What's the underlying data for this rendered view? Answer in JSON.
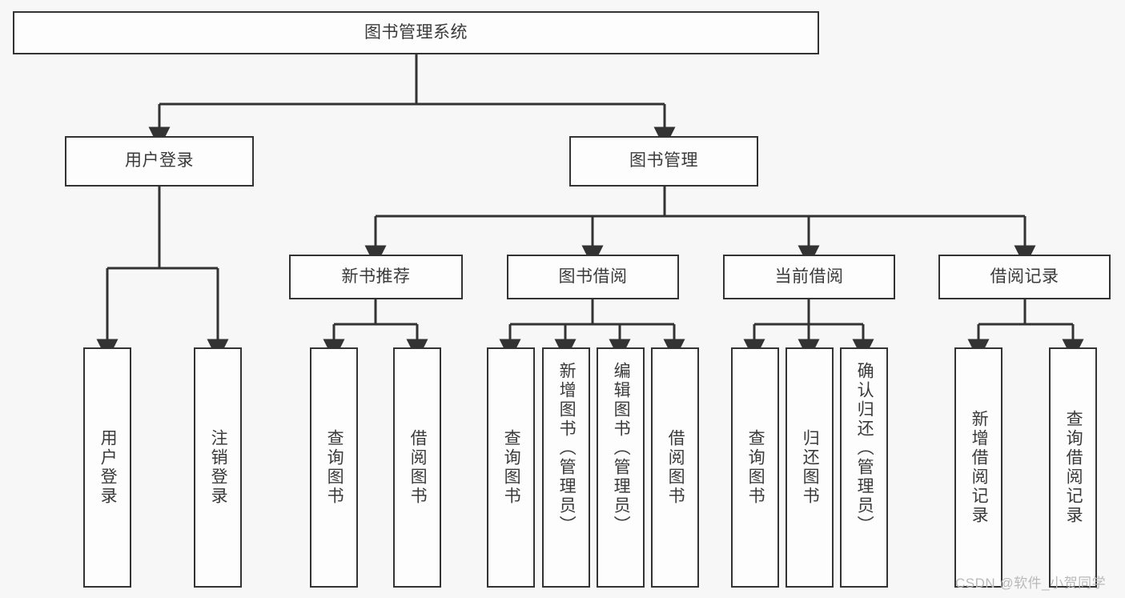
{
  "diagram": {
    "title": "图书管理系统",
    "watermark": "CSDN @软件_小贺同学",
    "stroke_color": "#333333",
    "fill_color": "#fdfdfd",
    "background_color": "#f7f7f7",
    "text_color": "#3a3a3a"
  },
  "root": {
    "label": "图书管理系统"
  },
  "level2": {
    "user_login": {
      "label": "用户登录"
    },
    "book_manage": {
      "label": "图书管理"
    }
  },
  "level3": {
    "new_book_recommend": {
      "label": "新书推荐"
    },
    "book_borrow": {
      "label": "图书借阅"
    },
    "current_borrow": {
      "label": "当前借阅"
    },
    "borrow_record": {
      "label": "借阅记录"
    }
  },
  "leaves": {
    "user_login_children": [
      {
        "label": "用户登录"
      },
      {
        "label": "注销登录"
      }
    ],
    "new_book_recommend_children": [
      {
        "label": "查询图书"
      },
      {
        "label": "借阅图书"
      }
    ],
    "book_borrow_children": [
      {
        "label": "查询图书"
      },
      {
        "label": "新增图书（管理员）"
      },
      {
        "label": "编辑图书（管理员）"
      },
      {
        "label": "借阅图书"
      }
    ],
    "current_borrow_children": [
      {
        "label": "查询图书"
      },
      {
        "label": "归还图书"
      },
      {
        "label": "确认归还（管理员）"
      }
    ],
    "borrow_record_children": [
      {
        "label": "新增借阅记录"
      },
      {
        "label": "查询借阅记录"
      }
    ]
  }
}
